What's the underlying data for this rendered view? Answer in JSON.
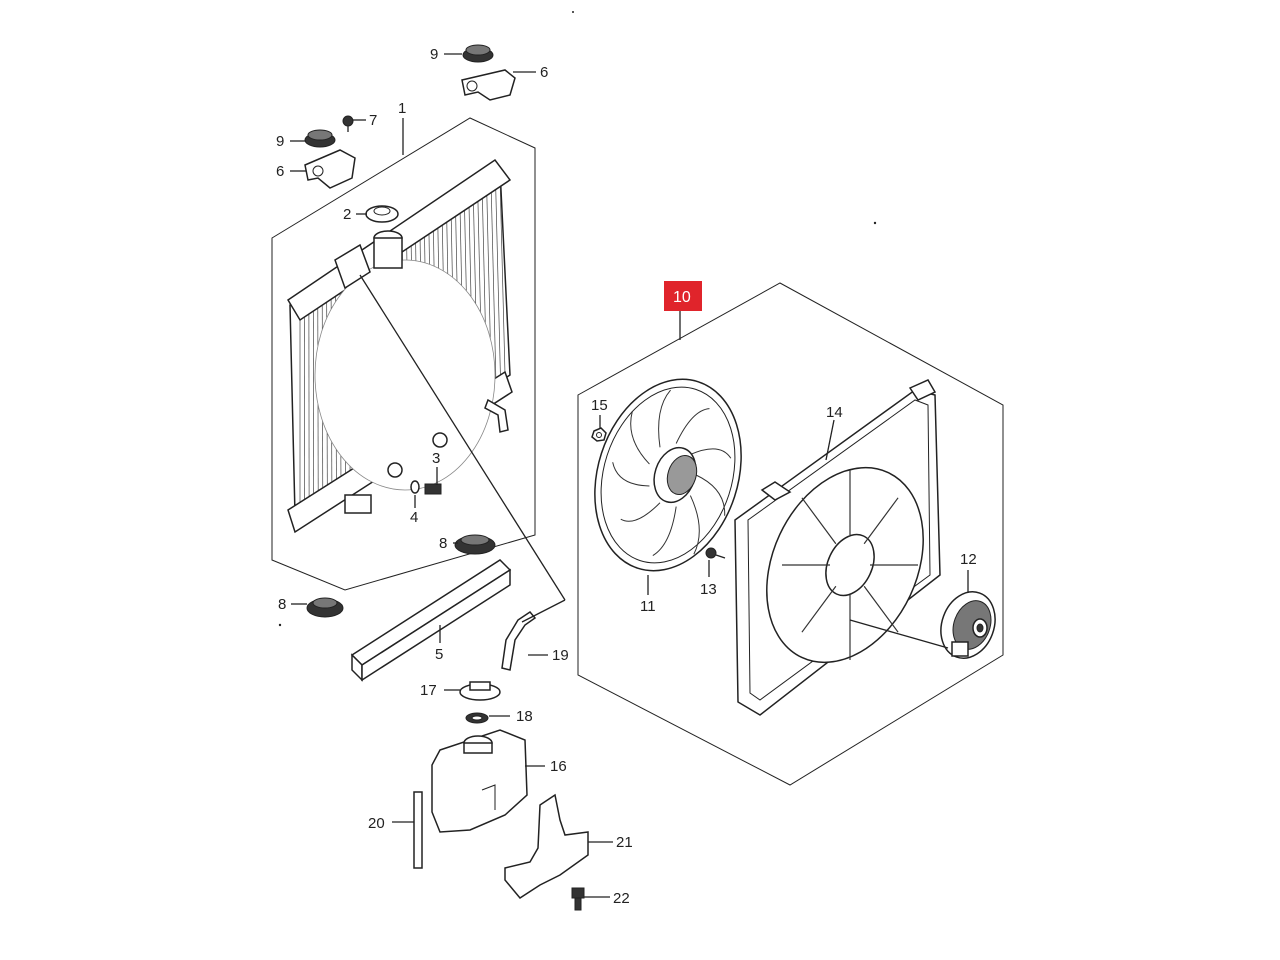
{
  "highlight_color": "#e0242b",
  "labels": {
    "p1": "1",
    "p2": "2",
    "p3": "3",
    "p4": "4",
    "p5": "5",
    "p6a": "6",
    "p6b": "6",
    "p7": "7",
    "p8a": "8",
    "p8b": "8",
    "p9a": "9",
    "p9b": "9",
    "p10": "10",
    "p11": "11",
    "p12": "12",
    "p13": "13",
    "p14": "14",
    "p15": "15",
    "p16": "16",
    "p17": "17",
    "p18": "18",
    "p19": "19",
    "p20": "20",
    "p21": "21",
    "p22": "22"
  }
}
